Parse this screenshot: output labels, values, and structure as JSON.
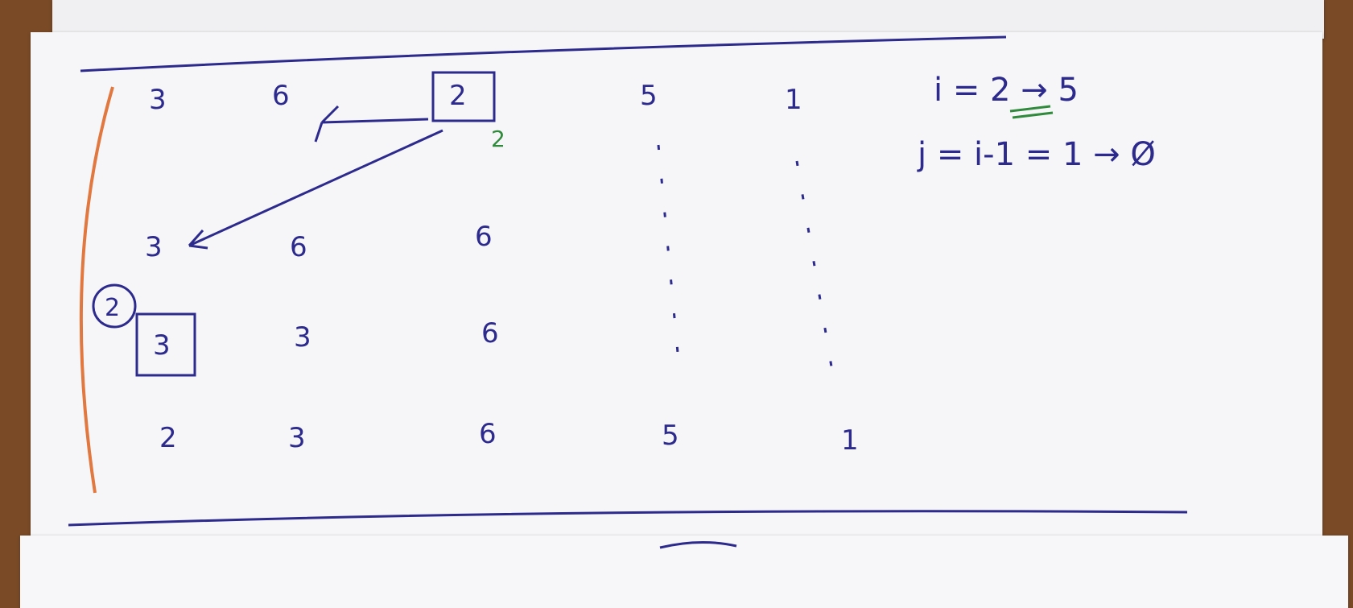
{
  "grid": {
    "rows": [
      [
        "3",
        "6",
        "2",
        "5",
        "1"
      ],
      [
        "3",
        "6",
        "6",
        "",
        ""
      ],
      [
        "3",
        "3",
        "6",
        "",
        ""
      ],
      [
        "2",
        "3",
        "6",
        "5",
        "1"
      ]
    ]
  },
  "marks": {
    "boxed_top_value": "2",
    "green_note": "2",
    "circled_value": "2"
  },
  "notes": {
    "line_i": "i = 2 → 5",
    "line_j": "j = i-1 = 1 → Ø"
  },
  "colors": {
    "ink": "#2c2a8c",
    "green": "#2f8a3b",
    "orange": "#e07840",
    "paper": "#f6f6f8",
    "desk": "#7a4a26"
  }
}
